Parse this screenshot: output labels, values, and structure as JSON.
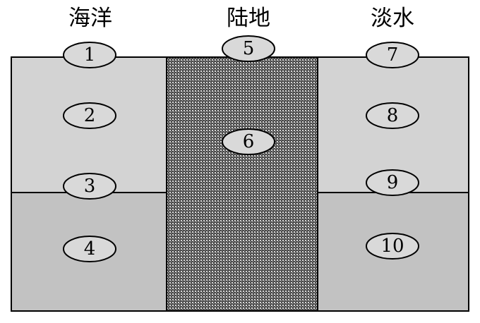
{
  "headers": {
    "ocean": "海洋",
    "land": "陆地",
    "freshwater": "淡水"
  },
  "zones": {
    "z1": "1",
    "z2": "2",
    "z3": "3",
    "z4": "4",
    "z5": "5",
    "z6": "6",
    "z7": "7",
    "z8": "8",
    "z9": "9",
    "z10": "10"
  },
  "colors": {
    "upper_water": "#d3d3d3",
    "lower_water": "#c2c2c2",
    "land_base": "#4a4a4a",
    "land_speckle": "#d8d8d8",
    "ellipse_fill": "#d9d9d9",
    "outline": "#000000"
  }
}
